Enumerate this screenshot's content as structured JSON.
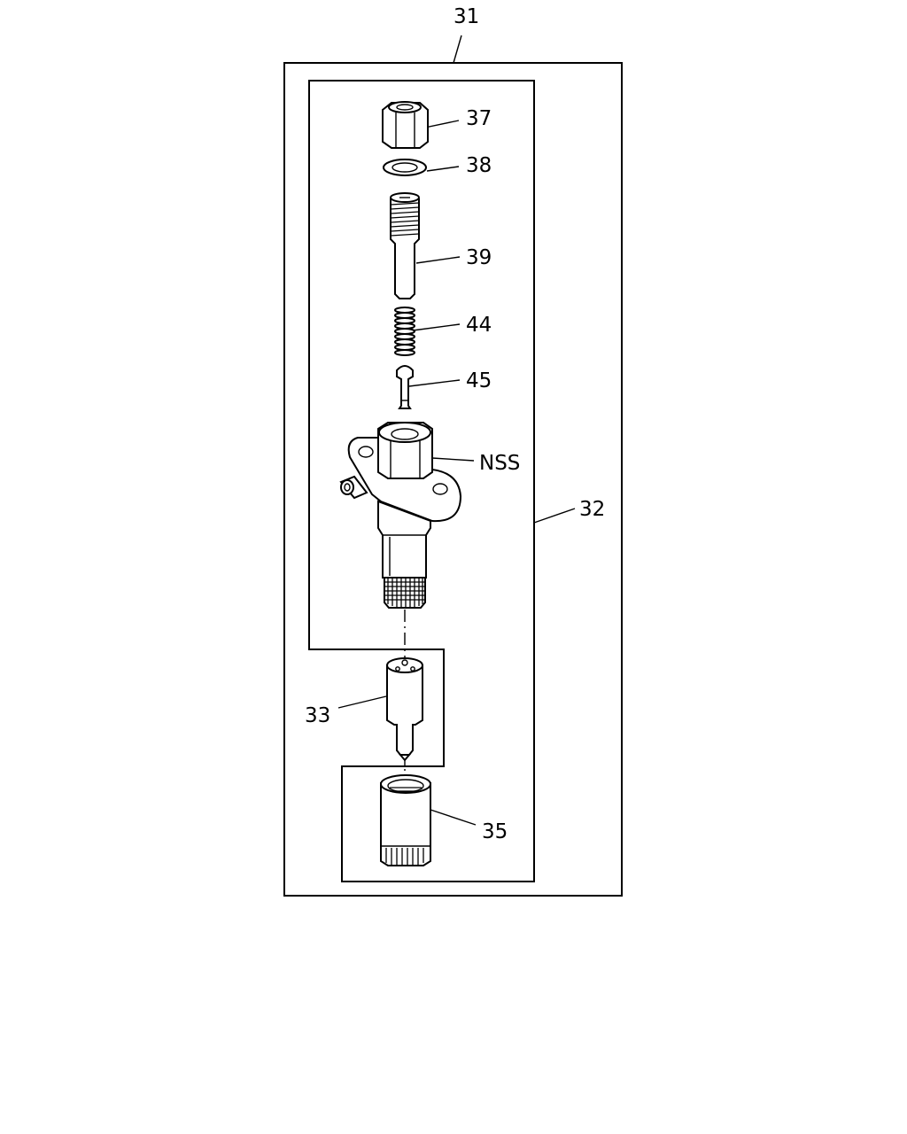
{
  "diagram": {
    "callouts": {
      "c31": "31",
      "c32": "32",
      "c33": "33",
      "c35": "35",
      "c37": "37",
      "c38": "38",
      "c39": "39",
      "c44": "44",
      "c45": "45",
      "nss": "NSS"
    },
    "parts": {
      "p31": "injector-assembly",
      "p32": "holder-kit",
      "p33": "nozzle",
      "p35": "retaining-nut",
      "p37": "cap-nut",
      "p38": "washer",
      "p39": "adjusting-screw",
      "p44": "spring",
      "p45": "push-rod",
      "nss": "injector-body"
    }
  }
}
